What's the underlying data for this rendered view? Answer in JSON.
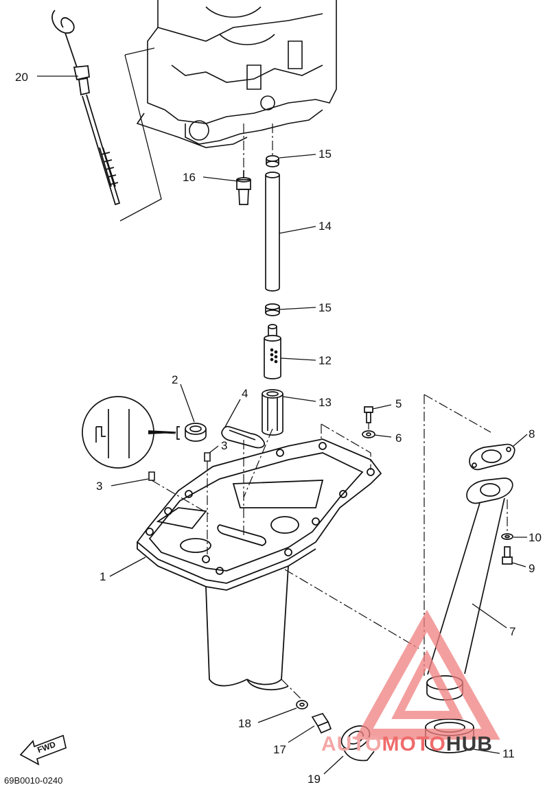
{
  "diagram": {
    "drawing_code": "69B0010-0240",
    "fwd_label": "FWD",
    "callouts": [
      {
        "id": "20",
        "label": "20"
      },
      {
        "id": "16",
        "label": "16"
      },
      {
        "id": "15a",
        "label": "15"
      },
      {
        "id": "14",
        "label": "14"
      },
      {
        "id": "15b",
        "label": "15"
      },
      {
        "id": "12",
        "label": "12"
      },
      {
        "id": "2",
        "label": "2"
      },
      {
        "id": "4",
        "label": "4"
      },
      {
        "id": "13",
        "label": "13"
      },
      {
        "id": "5",
        "label": "5"
      },
      {
        "id": "6",
        "label": "6"
      },
      {
        "id": "8",
        "label": "8"
      },
      {
        "id": "3a",
        "label": "3"
      },
      {
        "id": "3b",
        "label": "3"
      },
      {
        "id": "10",
        "label": "10"
      },
      {
        "id": "9",
        "label": "9"
      },
      {
        "id": "1",
        "label": "1"
      },
      {
        "id": "7",
        "label": "7"
      },
      {
        "id": "18",
        "label": "18"
      },
      {
        "id": "17",
        "label": "17"
      },
      {
        "id": "11",
        "label": "11"
      },
      {
        "id": "19",
        "label": "19"
      }
    ]
  },
  "watermark": {
    "part1": "AUTO",
    "part2": "MOTO",
    "part3": "HUB",
    "colors": {
      "light_red": "#f4a6a6",
      "red": "#ef6b6b",
      "dark": "#3a3a3a"
    }
  }
}
